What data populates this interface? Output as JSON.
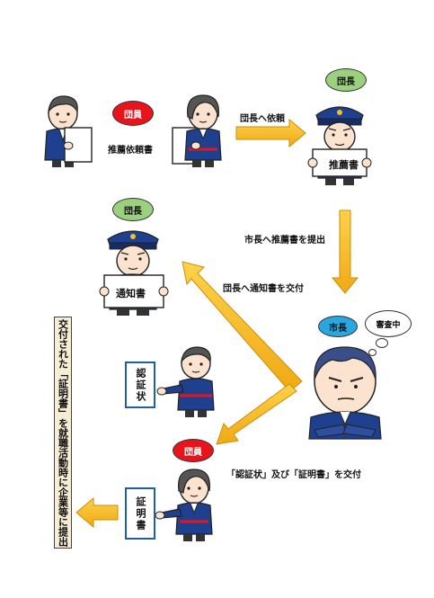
{
  "roles": {
    "member_top": "団員",
    "chief_top": "団長",
    "chief_mid": "団長",
    "mayor": "市長",
    "member_bottom": "団員"
  },
  "labels": {
    "recommendation_request": "推薦依頼書",
    "request_to_chief": "団長へ依頼",
    "submit_to_mayor": "市長へ推薦書を提出",
    "notice_to_chief": "団長へ通知書を交付",
    "deliver_cert": "「認証状」及び「証明書」を交付",
    "under_review": "審査中"
  },
  "papers": {
    "recommendation": "推薦書",
    "notice": "通知書"
  },
  "boxes": {
    "certification": "認証状",
    "certificate": "証明書",
    "side_note": "交付された「証明書」を就職活動時に企業等に提出"
  },
  "colors": {
    "arrow": "#f2b51c",
    "arrow_edge": "#c98e0a",
    "member_badge": "#e8141b",
    "chief_badge": "#9ad07e",
    "mayor_badge": "#2aa7e1",
    "uniform": "#1f3f8f"
  }
}
